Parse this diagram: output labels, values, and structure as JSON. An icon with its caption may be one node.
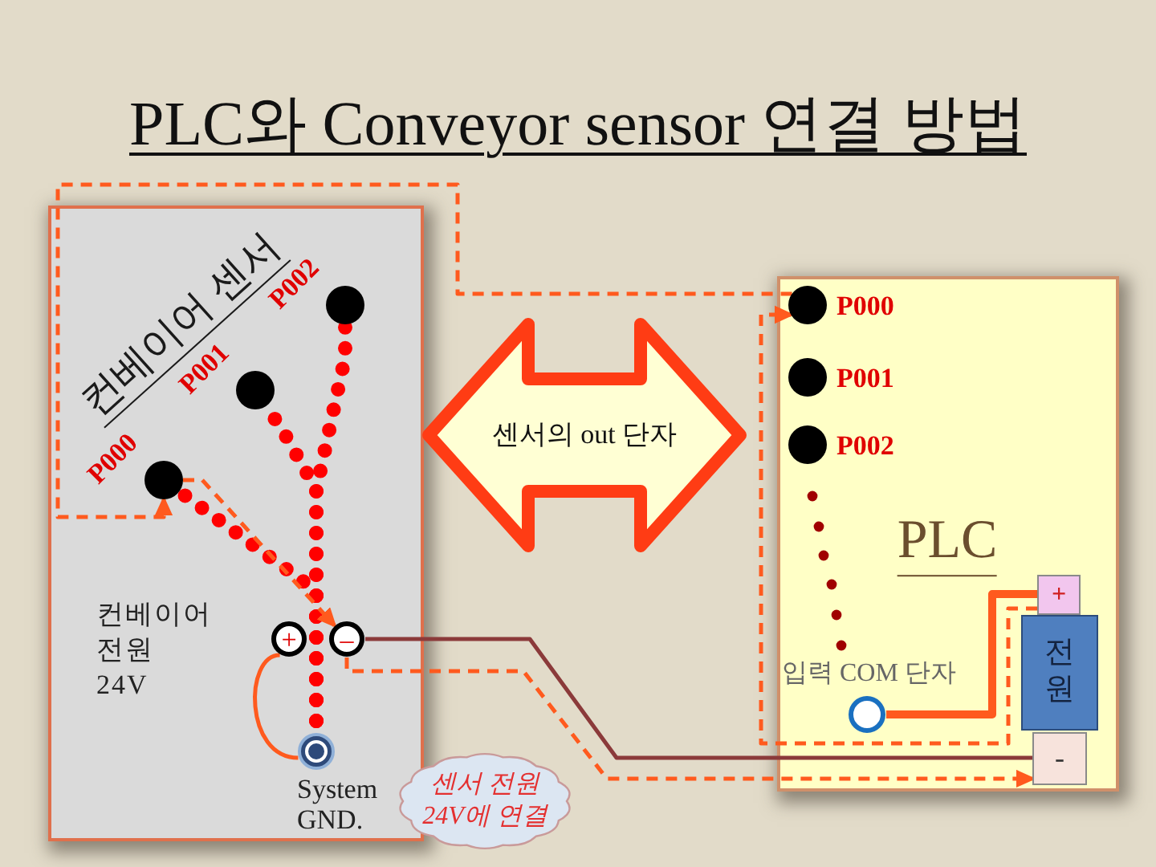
{
  "diagram": {
    "title": "PLC와 Conveyor sensor 연결 방법",
    "nodes": [
      {
        "text": [
          "컨베이어 센서"
        ]
      },
      {
        "text": [
          "P000"
        ],
        "in": 0
      },
      {
        "text": [
          "P001"
        ],
        "in": 0
      },
      {
        "text": [
          "P002"
        ],
        "in": 0
      },
      {
        "text": [
          "+"
        ],
        "in": 0
      },
      {
        "text": [
          "–"
        ],
        "in": 0
      },
      {
        "text": [],
        "shape": "circle",
        "in": 0,
        "beside": [
          "System GND."
        ]
      },
      {
        "text": [
          "센서의 out 단자"
        ]
      },
      {
        "text": [
          "PLC"
        ]
      },
      {
        "text": [
          "P000"
        ],
        "in": 8
      },
      {
        "text": [
          "P001"
        ],
        "in": 8
      },
      {
        "text": [
          "P002"
        ],
        "in": 8
      },
      {
        "text": [],
        "shape": "circle",
        "in": 8
      },
      {
        "text": [
          "전원"
        ],
        "in": 8
      },
      {
        "text": [
          "+"
        ],
        "in": 8
      },
      {
        "text": [
          "-"
        ],
        "in": 8
      },
      {
        "text": [
          "센서 전원 24V에 연결"
        ]
      }
    ],
    "edges": [
      {
        "from": 1,
        "to": 6,
        "arrow": "none",
        "style": "dashed",
        "color": "#ff0000"
      },
      {
        "from": 2,
        "to": 6,
        "arrow": "none",
        "style": "dashed",
        "color": "#ff0000"
      },
      {
        "from": 3,
        "to": 6,
        "arrow": "none",
        "style": "dashed",
        "color": "#ff0000"
      },
      {
        "from": 4,
        "to": 6,
        "arrow": "none"
      },
      {
        "from": 5,
        "to": 15,
        "arrow": "none",
        "color": "#8b3a3a"
      },
      {
        "from": 12,
        "to": 14,
        "arrow": "none",
        "style": "thick"
      },
      {
        "from": 14,
        "to": 9,
        "arrow": "to",
        "style": "dashed"
      },
      {
        "from": 9,
        "to": 1,
        "arrow": "to",
        "style": "dashed"
      },
      {
        "from": 1,
        "to": 5,
        "arrow": "to",
        "style": "dashed"
      },
      {
        "from": 5,
        "to": 15,
        "arrow": "to",
        "style": "dashed"
      }
    ],
    "labels": [
      "컨베이어 전원 24V",
      "입력 COM 단자"
    ]
  }
}
